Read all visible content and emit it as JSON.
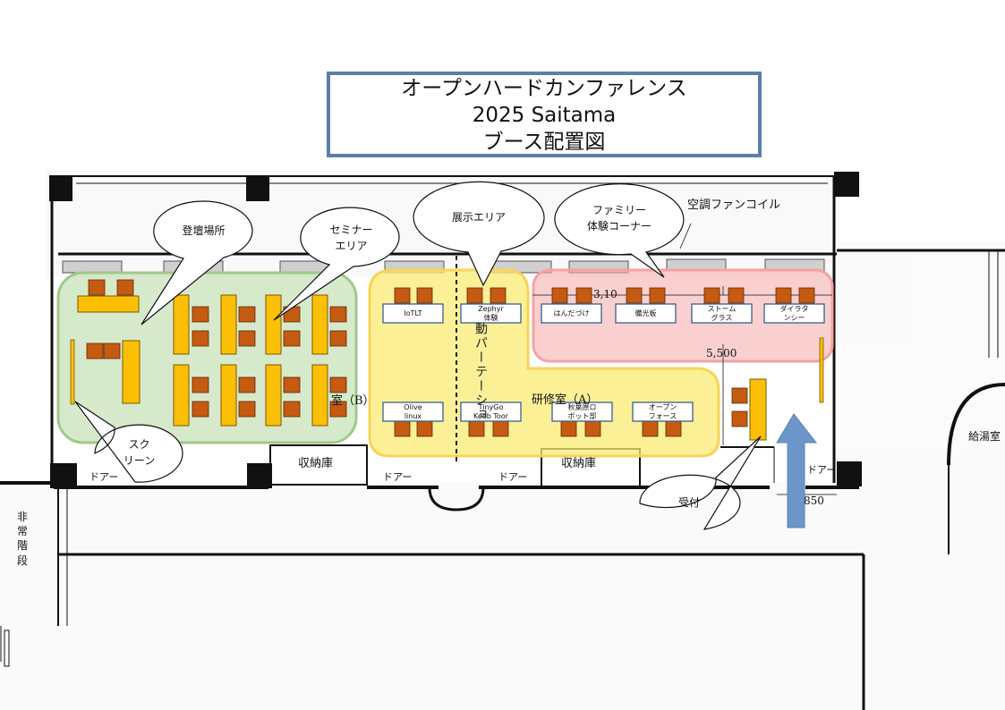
{
  "title": {
    "line1": "オープンハードカンファレンス",
    "line2": "2025 Saitama",
    "line3": "ブース配置図"
  },
  "callouts": {
    "stage": "登壇場所",
    "seminar": "セミナー\nエリア",
    "exhibit": "展示エリア",
    "family": "ファミリー\n体験コーナー",
    "screen": "スク\nリーン",
    "reception": "受付"
  },
  "floor_labels": {
    "aircon": "空調ファンコイル",
    "room_b": "室（B）",
    "room_a": "研修室（A）",
    "partition": "動パーテーショ",
    "storage_left": "収納庫",
    "storage_right": "収納庫",
    "door_1": "ドアー",
    "door_2": "ドアー",
    "door_3": "ドアー",
    "door_4": "ドアー",
    "emergency_stairs": "非常階段",
    "kitchenette": "給湯室",
    "dim_310": "3,10",
    "dim_5500": "5,500",
    "dim_850": "850"
  },
  "booths": {
    "iotlt": "IoTLT",
    "zephyr": "Zephyr\n体験",
    "handazuke": "はんだづけ",
    "bikoban": "備光板",
    "stormglass": "ストーム\nグラス",
    "dilatancy": "ダイラタ\nンシー",
    "olive": "Olive\nlinux",
    "tinygo": "TinyGo\nKeeb Toor",
    "akiba_robot": "秋葉原ロ\nボット部",
    "openforce": "オープン\nフォース"
  },
  "colors": {
    "seminar_zone": "#b7d7a0",
    "exhibit_zone": "#fbeb74",
    "family_zone": "#f6a7a7",
    "table": "#fbbf06",
    "chair": "#c55a11",
    "arrow": "#6c96c9",
    "title_border": "#5b7fa9"
  }
}
